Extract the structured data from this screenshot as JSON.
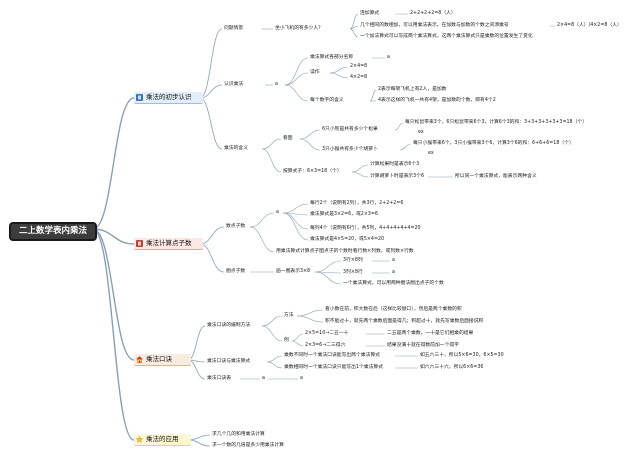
{
  "root": "二上数学表内乘法",
  "branches": {
    "b1": {
      "label": "乘法的初步认识",
      "s1": {
        "label": "问题情景",
        "q": "坐小飞机的有多少人？",
        "add_label": "连加算式",
        "add_formula": "2+2+2+2=8（人）",
        "same_text": "几个相同的数相加，可以用乘法表示。在加数与加数的个数之间添乘号",
        "same_formula": "2×4=8（人）/4×2=8（人）",
        "one_formula": "一个加法算式可以写成两个乘法算式，这两个乘法算式只是乘数的位置发生了变化"
      },
      "s2": {
        "label": "认识乘法",
        "a": "a",
        "parts": "乘法算式各部分名称",
        "parts_a": "a",
        "read": "读作",
        "f1": "2×4=8",
        "f2": "4×2=8",
        "meaning": "每个数字的含义",
        "m1": "2表示每架飞机上有2人，是加数",
        "m2": "4表示这样的飞机一共有4架，是加数的个数，即有4个2"
      },
      "s3": {
        "label": "乘法的含义",
        "look": "看图",
        "bear_q": "6只小熊是共有多少个松果",
        "bear_a": "每只松鼠带来3个，6只松鼠带来6个3，计算6个3的和：3+3+3+3+3+3=18（个）",
        "bear_ex": "ex",
        "rabbit_q": "3只小猴共有多少个胡萝卜",
        "rabbit_a": "每只小猴带来6个，3只小猴带来3个6，计算3个6的和：6+6+6=18（个）",
        "rabbit_ex": "ex",
        "by": "按算式子：6×3=18（个）",
        "by1": "计算松果时是表示6个3",
        "by2": "计算胡萝卜时是表示3个6",
        "by3": "所以同一个乘法算式，能表示两种含义"
      }
    },
    "b2": {
      "label": "乘法计算点子数",
      "s1": {
        "label": "数点子数",
        "a": "a",
        "r1": "每行2个（说明有2列），共3行，2+2+2=6",
        "r2": "乘法算式是3×2=6，或2×3=6",
        "r3": "每列4个（说明有6行），共5列，4+4+4+4+4=20",
        "r4": "乘法算式是4×5=20，或5×4=20",
        "r5": "用乘法算式计算点子图点子的个数时看行数×列数，或列数×行数"
      },
      "s2": {
        "label": "圈点子数",
        "draw": "画一圈表示3×8",
        "g1": "3行×8列",
        "g1a": "a",
        "g2": "3列×8行",
        "g2a": "a",
        "g3": "一个乘法算式，可以用两种圈法圈出点子的个数"
      }
    },
    "b3": {
      "label": "乘法口诀",
      "s1": {
        "label": "乘法口诀的编制方法",
        "method": "方法",
        "m1": "看小数在前，积大数在后（这样比较顺口），然后是两个乘数的积",
        "m2": "积不能过十，就先两个乘数后面是得几；积超过十，就先写乘数后面接说积",
        "example": "例",
        "e1": "2×5=10→二五一十",
        "e1b": "二五是两个乘数，一十是它们相乘的结果",
        "e2": "2×3=6→二三得六",
        "e2b": "结果没满十就在得数前加一个得字"
      },
      "s2": {
        "label": "乘法口诀与乘法算式",
        "x1": "乘数不同时一个乘法口诀能写出两个乘法算式",
        "x1b": "如五六三十，所以5×6=30，6×5=30",
        "x2": "乘数相同时一个乘法口诀只能写出1个乘法算式",
        "x2b": "如六六三十六，所以6×6=36"
      },
      "s3": {
        "label": "乘法口诀表",
        "a1": "a",
        "a2": "a"
      }
    },
    "b4": {
      "label": "乘法的应用",
      "t1": "求几个几的和用乘法计算",
      "t2": "求一个数的几倍是多少用乘法计算"
    }
  },
  "icons": {
    "b1": "blue-book-icon",
    "b2": "red-book-icon",
    "b3": "house-icon",
    "b4": "star-icon"
  },
  "colors": {
    "root_bg": "#3c3c3c",
    "line": "#8aa0b4",
    "b1": "#2f6fb8",
    "b2": "#c0392b",
    "b3": "#c07a2b",
    "b4": "#d9b51c"
  }
}
